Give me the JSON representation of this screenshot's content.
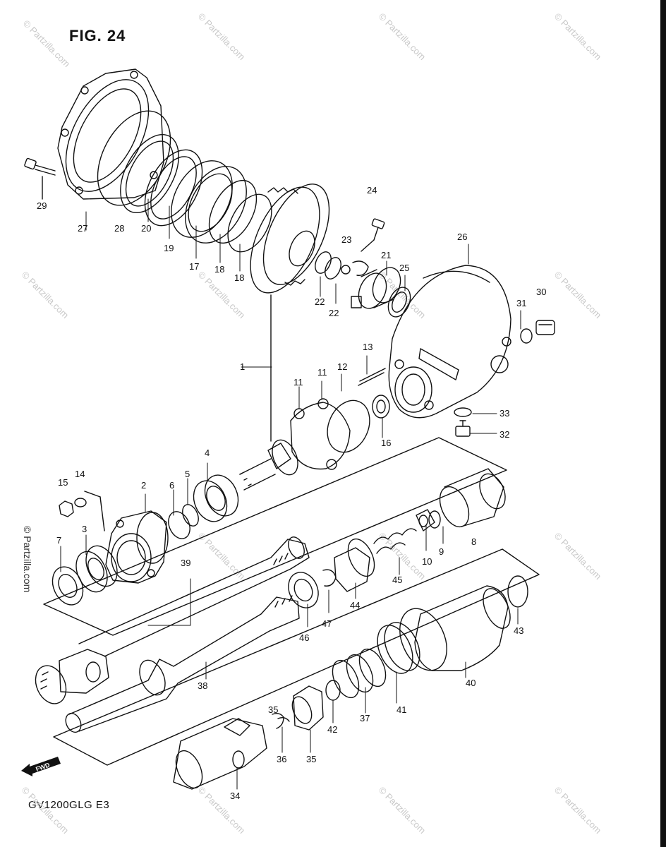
{
  "figure": {
    "title": "FIG. 24",
    "model_code": "GV1200GLG  E3",
    "forward_mark": "FWD"
  },
  "watermark": {
    "text": "© Partzilla.com",
    "color": "#c9c9c9"
  },
  "callouts": [
    {
      "id": "c-1",
      "text": "1"
    },
    {
      "id": "c-2",
      "text": "2"
    },
    {
      "id": "c-3",
      "text": "3"
    },
    {
      "id": "c-4",
      "text": "4"
    },
    {
      "id": "c-5",
      "text": "5"
    },
    {
      "id": "c-6",
      "text": "6"
    },
    {
      "id": "c-7",
      "text": "7"
    },
    {
      "id": "c-8",
      "text": "8"
    },
    {
      "id": "c-9",
      "text": "9"
    },
    {
      "id": "c-10",
      "text": "10"
    },
    {
      "id": "c-11a",
      "text": "11"
    },
    {
      "id": "c-11b",
      "text": "11"
    },
    {
      "id": "c-12",
      "text": "12"
    },
    {
      "id": "c-13",
      "text": "13"
    },
    {
      "id": "c-14",
      "text": "14"
    },
    {
      "id": "c-15",
      "text": "15"
    },
    {
      "id": "c-16",
      "text": "16"
    },
    {
      "id": "c-17",
      "text": "17"
    },
    {
      "id": "c-18a",
      "text": "18"
    },
    {
      "id": "c-18b",
      "text": "18"
    },
    {
      "id": "c-19",
      "text": "19"
    },
    {
      "id": "c-20",
      "text": "20"
    },
    {
      "id": "c-21",
      "text": "21"
    },
    {
      "id": "c-22a",
      "text": "22"
    },
    {
      "id": "c-22b",
      "text": "22"
    },
    {
      "id": "c-23",
      "text": "23"
    },
    {
      "id": "c-24",
      "text": "24"
    },
    {
      "id": "c-25",
      "text": "25"
    },
    {
      "id": "c-26",
      "text": "26"
    },
    {
      "id": "c-27",
      "text": "27"
    },
    {
      "id": "c-28",
      "text": "28"
    },
    {
      "id": "c-29",
      "text": "29"
    },
    {
      "id": "c-30",
      "text": "30"
    },
    {
      "id": "c-31",
      "text": "31"
    },
    {
      "id": "c-32",
      "text": "32"
    },
    {
      "id": "c-33",
      "text": "33"
    },
    {
      "id": "c-34",
      "text": "34"
    },
    {
      "id": "c-35a",
      "text": "35"
    },
    {
      "id": "c-35b",
      "text": "35"
    },
    {
      "id": "c-36",
      "text": "36"
    },
    {
      "id": "c-37",
      "text": "37"
    },
    {
      "id": "c-38",
      "text": "38"
    },
    {
      "id": "c-39",
      "text": "39"
    },
    {
      "id": "c-40",
      "text": "40"
    },
    {
      "id": "c-41",
      "text": "41"
    },
    {
      "id": "c-42",
      "text": "42"
    },
    {
      "id": "c-43",
      "text": "43"
    },
    {
      "id": "c-44",
      "text": "44"
    },
    {
      "id": "c-45",
      "text": "45"
    },
    {
      "id": "c-46",
      "text": "46"
    },
    {
      "id": "c-47",
      "text": "47"
    }
  ]
}
